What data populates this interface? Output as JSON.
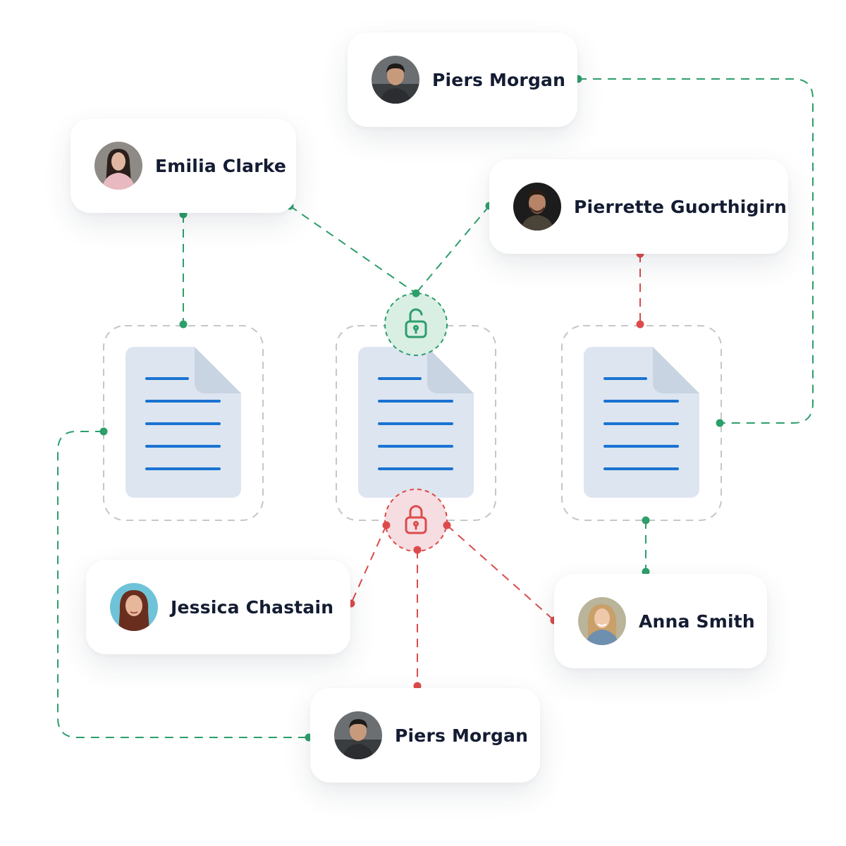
{
  "people": {
    "piers_top": {
      "name": "Piers Morgan",
      "avatar": "man-avatar"
    },
    "emilia": {
      "name": "Emilia Clarke",
      "avatar": "woman-avatar"
    },
    "pierrette": {
      "name": "Pierrette Guorthigirn",
      "avatar": "man-avatar"
    },
    "jessica": {
      "name": "Jessica Chastain",
      "avatar": "woman-avatar"
    },
    "anna": {
      "name": "Anna Smith",
      "avatar": "woman-avatar"
    },
    "piers_bottom": {
      "name": "Piers Morgan",
      "avatar": "man-avatar"
    }
  },
  "documents": [
    {
      "id": "doc-left",
      "icon": "document-icon"
    },
    {
      "id": "doc-center",
      "icon": "document-icon"
    },
    {
      "id": "doc-right",
      "icon": "document-icon"
    }
  ],
  "locks": {
    "unlocked": {
      "icon": "unlocked-padlock-icon",
      "state": "granted"
    },
    "locked": {
      "icon": "locked-padlock-icon",
      "state": "denied"
    }
  },
  "colors": {
    "granted": "#2e9e6b",
    "denied": "#dc4b4b",
    "document_page": "#dde5f0",
    "document_fold": "#c9d4e2",
    "document_lines": "#1a73d1",
    "frame_dash": "#c2c9c6",
    "name_text": "#141c33"
  }
}
